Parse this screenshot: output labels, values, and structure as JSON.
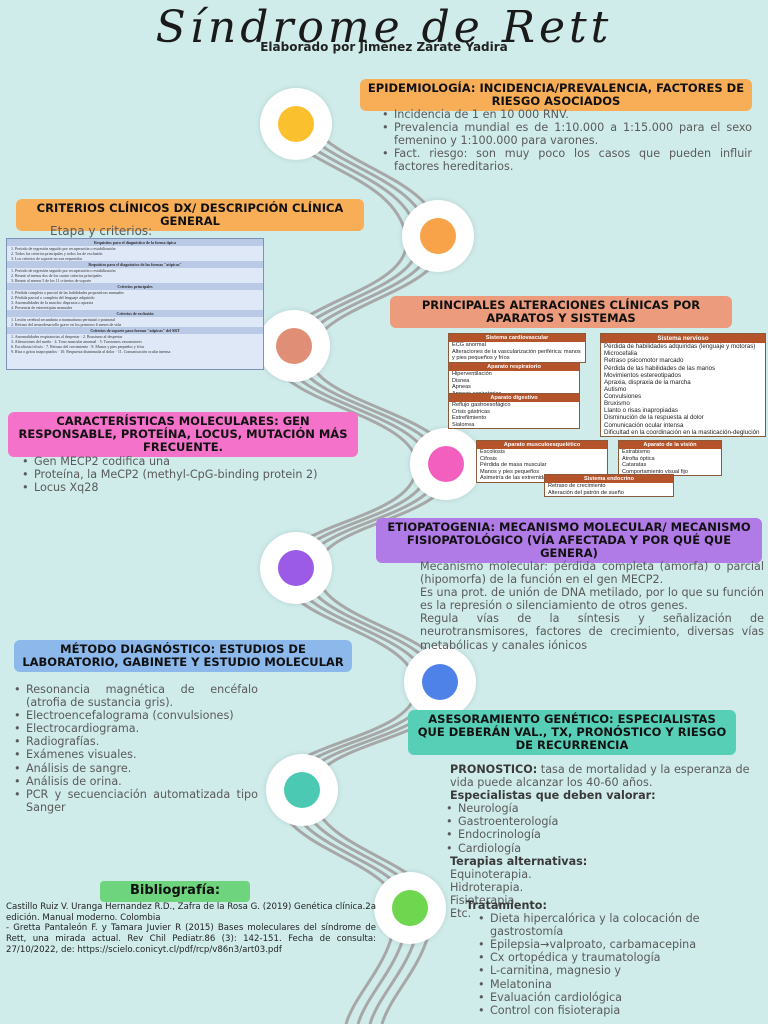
{
  "colors": {
    "background": "#cfeceb",
    "orange": "#f8ad57",
    "salmon": "#ec9c7d",
    "pink": "#f472c9",
    "purple": "#b07be6",
    "blue": "#8cb8ec",
    "teal": "#57cfb6",
    "green": "#6ed47d",
    "yellow_dot": "#fbc02d",
    "orange_dot": "#f8a24a",
    "salmon_dot": "#e08f76",
    "pink_dot": "#f25fbf",
    "purple_dot": "#9b5be6",
    "blue_dot": "#4f82e8",
    "teal_dot": "#4cc9b3",
    "green_dot": "#6ed64f"
  },
  "header": {
    "title": "Síndrome de Rett",
    "author": "Elaborado por Jiménez Zárate Yadira"
  },
  "epidemiologia": {
    "title": "EPIDEMIOLOGÍA: INCIDENCIA/PREVALENCIA, FACTORES DE RIESGO ASOCIADOS",
    "items": [
      "Incidencia de 1 en 10 000 RNV.",
      "Prevalencia mundial es de 1:10.000 a 1:15.000 para el sexo femenino y 1:100.000 para varones.",
      "Fact. riesgo: son muy poco los casos que pueden influir factores hereditarios."
    ]
  },
  "criterios": {
    "title": "CRITERIOS CLÍNICOS DX/ DESCRIPCIÓN CLÍNICA GENERAL",
    "subtitle": "Etapa y criterios:"
  },
  "alteraciones": {
    "title": "PRINCIPALES ALTERACIONES CLÍNICAS POR APARATOS Y SISTEMAS"
  },
  "molecular": {
    "title": "CARACTERÍSTICAS MOLECULARES: GEN RESPONSABLE, PROTEÍNA, LOCUS, MUTACIÓN MÁS FRECUENTE.",
    "items": [
      "Gen MECP2 codifica una",
      "Proteína, la MeCP2 (methyl-CpG-binding protein 2)",
      "Locus Xq28"
    ]
  },
  "etiopatogenia": {
    "title": "ETIOPATOGENIA: MECANISMO MOLECULAR/ MECANISMO FISIOPATOLÓGICO (VÍA AFECTADA Y POR QUÉ QUE GENERA)",
    "paragraphs": [
      "Mecanismo molecular: pérdida completa (amorfa) o parcial (hipomorfa) de la función en el gen MECP2.",
      "Es una prot. de unión de DNA metilado, por lo que su función es la represión o silenciamiento de otros genes.",
      "Regula vías de la síntesis y señalización de neurotransmisores, factores de crecimiento, diversas vías metabólicas y canales iónicos"
    ]
  },
  "diagnostico": {
    "title": "MÉTODO DIAGNÓSTICO: ESTUDIOS DE LABORATORIO, GABINETE Y ESTUDIO MOLECULAR",
    "items": [
      "Resonancia magnética de encéfalo (atrofia de sustancia gris).",
      "Electroencefalograma (convulsiones)",
      "Electrocardiograma.",
      "Radiografías.",
      "Exámenes visuales.",
      "Análisis de sangre.",
      "Análisis de orina.",
      "PCR y secuenciación automatizada tipo Sanger"
    ]
  },
  "asesoramiento": {
    "title": "ASESORAMIENTO GENÉTICO: ESPECIALISTAS QUE DEBERÁN VAL., Tx, PRONÓSTICO Y RIESGO DE RECURRENCIA",
    "pronostico_label": "PRONOSTICO:",
    "pronostico_text": " tasa de mortalidad y la esperanza de vida puede alcanzar los 40-60 años.",
    "especialistas_label": "Especialistas que deben valorar:",
    "especialistas": [
      "Neurología",
      "Gastroenterología",
      "Endocrinología",
      "Cardiología"
    ],
    "terapias_label": "Terapias alternativas:",
    "terapias": [
      "Equinoterapia.",
      "Hidroterapia.",
      "Fisioterapia.",
      "Etc."
    ],
    "tratamiento_label": "Tratamiento:",
    "tratamiento": [
      "Dieta hipercalórica y la colocación de gastrostomía",
      "Epilepsia→valproato, carbamacepina",
      "Cx ortopédica y traumatología",
      "L-carnitina, magnesio y",
      "Melatonina",
      "Evaluación cardiológica",
      "Control con fisioterapia"
    ]
  },
  "bibliografia": {
    "title": "Bibliografía:",
    "ref1": "Castillo Ruiz V. Uranga Hernandez R.D., Zafra de la Rosa G. (2019) Genética clínica.2a edición. Manual moderno. Colombia",
    "ref2": "- Gretta Pantaleón F. y Tamara Juvier R (2015) Bases moleculares del síndrome de Rett, una mirada actual. Rev Chil Pediatr.86 (3): 142-151. Fecha de consulta: 27/10/2022, de: https://scielo.conicyt.cl/pdf/rcp/v86n3/art03.pdf"
  },
  "tables": {
    "cardio": {
      "title": "Sistema cardiovascular",
      "rows": [
        "ECG anormal",
        "Alteraciones de la vascularización periférica: manos y pies pequeños y fríos"
      ]
    },
    "respiratorio": {
      "title": "Aparato respiratorio",
      "rows": [
        "Hiperventilación",
        "Disnea",
        "Apneas",
        "Apneas espiratorias"
      ]
    },
    "digestivo": {
      "title": "Aparato digestivo",
      "rows": [
        "Reflujo gastroesofágico",
        "Crisis gástricas",
        "Estreñimiento",
        "Sialorrea"
      ]
    },
    "nervioso": {
      "title": "Sistema nervioso",
      "rows": [
        "Pérdida de habilidades adquiridas (lenguaje y motoras)",
        "Microcefalia",
        "Retraso psicomotor marcado",
        "Pérdida de las habilidades de las manos",
        "Movimientos estereotipados",
        "Apraxia, dispraxia de la marcha",
        "Autismo",
        "Convulsiones",
        "Bruxismo",
        "Llanto o risas inapropiadas",
        "Disminución de la respuesta al dolor",
        "Comunicación ocular intensa",
        "Dificultad en la coordinación en la masticación-deglución"
      ]
    },
    "musculo": {
      "title": "Aparato musculoesquelético",
      "rows": [
        "Escoliosis",
        "Cifosis",
        "Pérdida de masa muscular",
        "Manos y pies pequeños",
        "Asimetría de las extremidades"
      ]
    },
    "vision": {
      "title": "Aparato de la visión",
      "rows": [
        "Estrabismo",
        "Atrofia óptica",
        "Cataratas",
        "Comportamiento visual fijo"
      ]
    },
    "endocrino": {
      "title": "Sistema endocrino",
      "rows": [
        "Retraso de crecimiento",
        "Alteración del patrón de sueño"
      ]
    },
    "criterios": {
      "title": "Requisitos para el diagnóstico de la forma típica",
      "bands": [
        "Requisitos para el diagnóstico de las formas \"atípicas\"",
        "Criterios principales",
        "Criterios de exclusión",
        "Criterios de soporte para formas \"atípicas\" del SRT"
      ]
    }
  }
}
